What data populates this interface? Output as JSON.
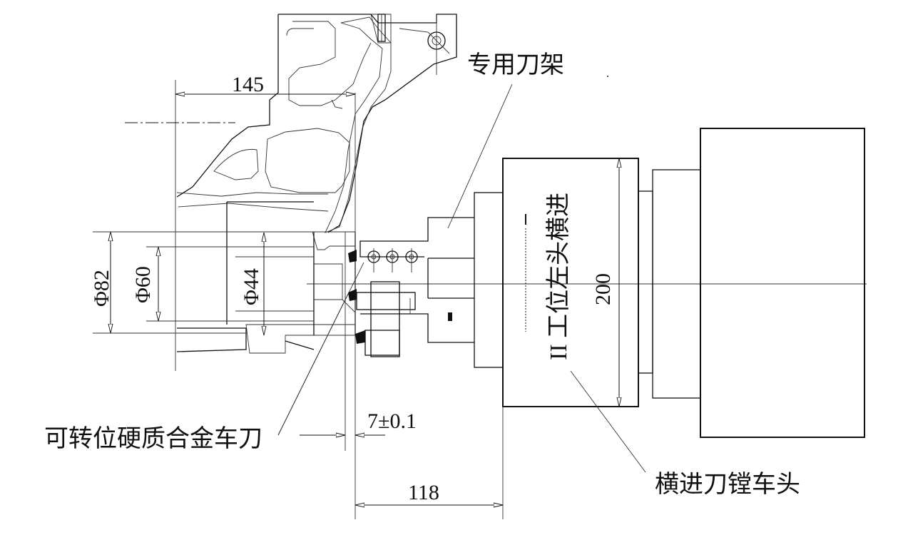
{
  "labels": {
    "dedicated_tool_holder": "专用刀架",
    "indexable_carbide_tool": "可转位硬质合金车刀",
    "cross_feed_boring_head": "横进刀镗车头",
    "station_note": "II 工位左头横进"
  },
  "dimensions": {
    "d145": "145",
    "phi82": "Φ82",
    "phi60": "Φ60",
    "phi44": "Φ44",
    "d200": "200",
    "tol7": "7±0.1",
    "d118": "118"
  }
}
